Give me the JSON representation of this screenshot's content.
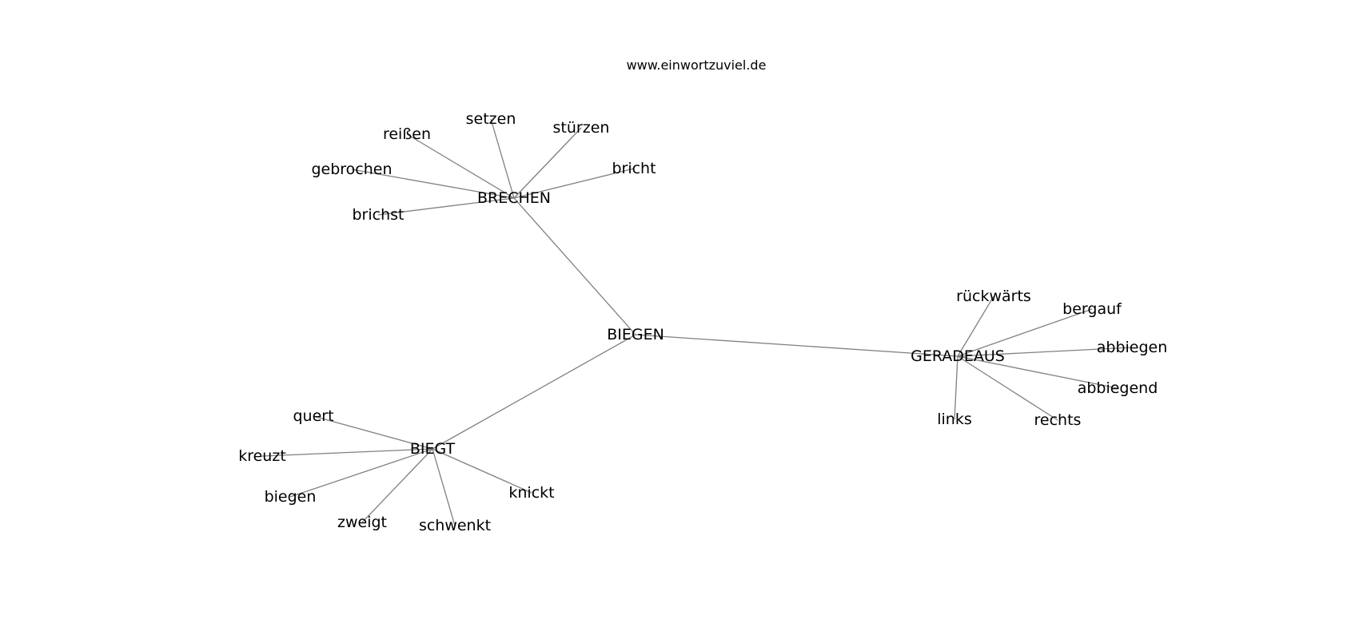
{
  "site_url": "www.einwortzuviel.de",
  "colors": {
    "edge": "#808080",
    "label": "#000000",
    "background": "#ffffff"
  },
  "graph": {
    "nodes": [
      {
        "id": "biegen_center",
        "label": "BIEGEN"
      },
      {
        "id": "brechen",
        "label": "BRECHEN"
      },
      {
        "id": "geradeaus",
        "label": "GERADEAUS"
      },
      {
        "id": "biegt",
        "label": "BIEGT"
      },
      {
        "id": "setzen",
        "label": "setzen"
      },
      {
        "id": "reissen",
        "label": "reißen"
      },
      {
        "id": "stuerzen",
        "label": "stürzen"
      },
      {
        "id": "bricht",
        "label": "bricht"
      },
      {
        "id": "gebrochen",
        "label": "gebrochen"
      },
      {
        "id": "brichst",
        "label": "brichst"
      },
      {
        "id": "rueckwaerts",
        "label": "rückwärts"
      },
      {
        "id": "bergauf",
        "label": "bergauf"
      },
      {
        "id": "abbiegen",
        "label": "abbiegen"
      },
      {
        "id": "abbiegend",
        "label": "abbiegend"
      },
      {
        "id": "links",
        "label": "links"
      },
      {
        "id": "rechts",
        "label": "rechts"
      },
      {
        "id": "quert",
        "label": "quert"
      },
      {
        "id": "kreuzt",
        "label": "kreuzt"
      },
      {
        "id": "biegen_leaf",
        "label": "biegen"
      },
      {
        "id": "zweigt",
        "label": "zweigt"
      },
      {
        "id": "schwenkt",
        "label": "schwenkt"
      },
      {
        "id": "knickt",
        "label": "knickt"
      }
    ],
    "edges": [
      [
        "biegen_center",
        "brechen"
      ],
      [
        "biegen_center",
        "geradeaus"
      ],
      [
        "biegen_center",
        "biegt"
      ],
      [
        "brechen",
        "setzen"
      ],
      [
        "brechen",
        "reissen"
      ],
      [
        "brechen",
        "stuerzen"
      ],
      [
        "brechen",
        "bricht"
      ],
      [
        "brechen",
        "gebrochen"
      ],
      [
        "brechen",
        "brichst"
      ],
      [
        "geradeaus",
        "rueckwaerts"
      ],
      [
        "geradeaus",
        "bergauf"
      ],
      [
        "geradeaus",
        "abbiegen"
      ],
      [
        "geradeaus",
        "abbiegend"
      ],
      [
        "geradeaus",
        "links"
      ],
      [
        "geradeaus",
        "rechts"
      ],
      [
        "biegt",
        "quert"
      ],
      [
        "biegt",
        "kreuzt"
      ],
      [
        "biegt",
        "biegen_leaf"
      ],
      [
        "biegt",
        "zweigt"
      ],
      [
        "biegt",
        "schwenkt"
      ],
      [
        "biegt",
        "knickt"
      ]
    ]
  }
}
